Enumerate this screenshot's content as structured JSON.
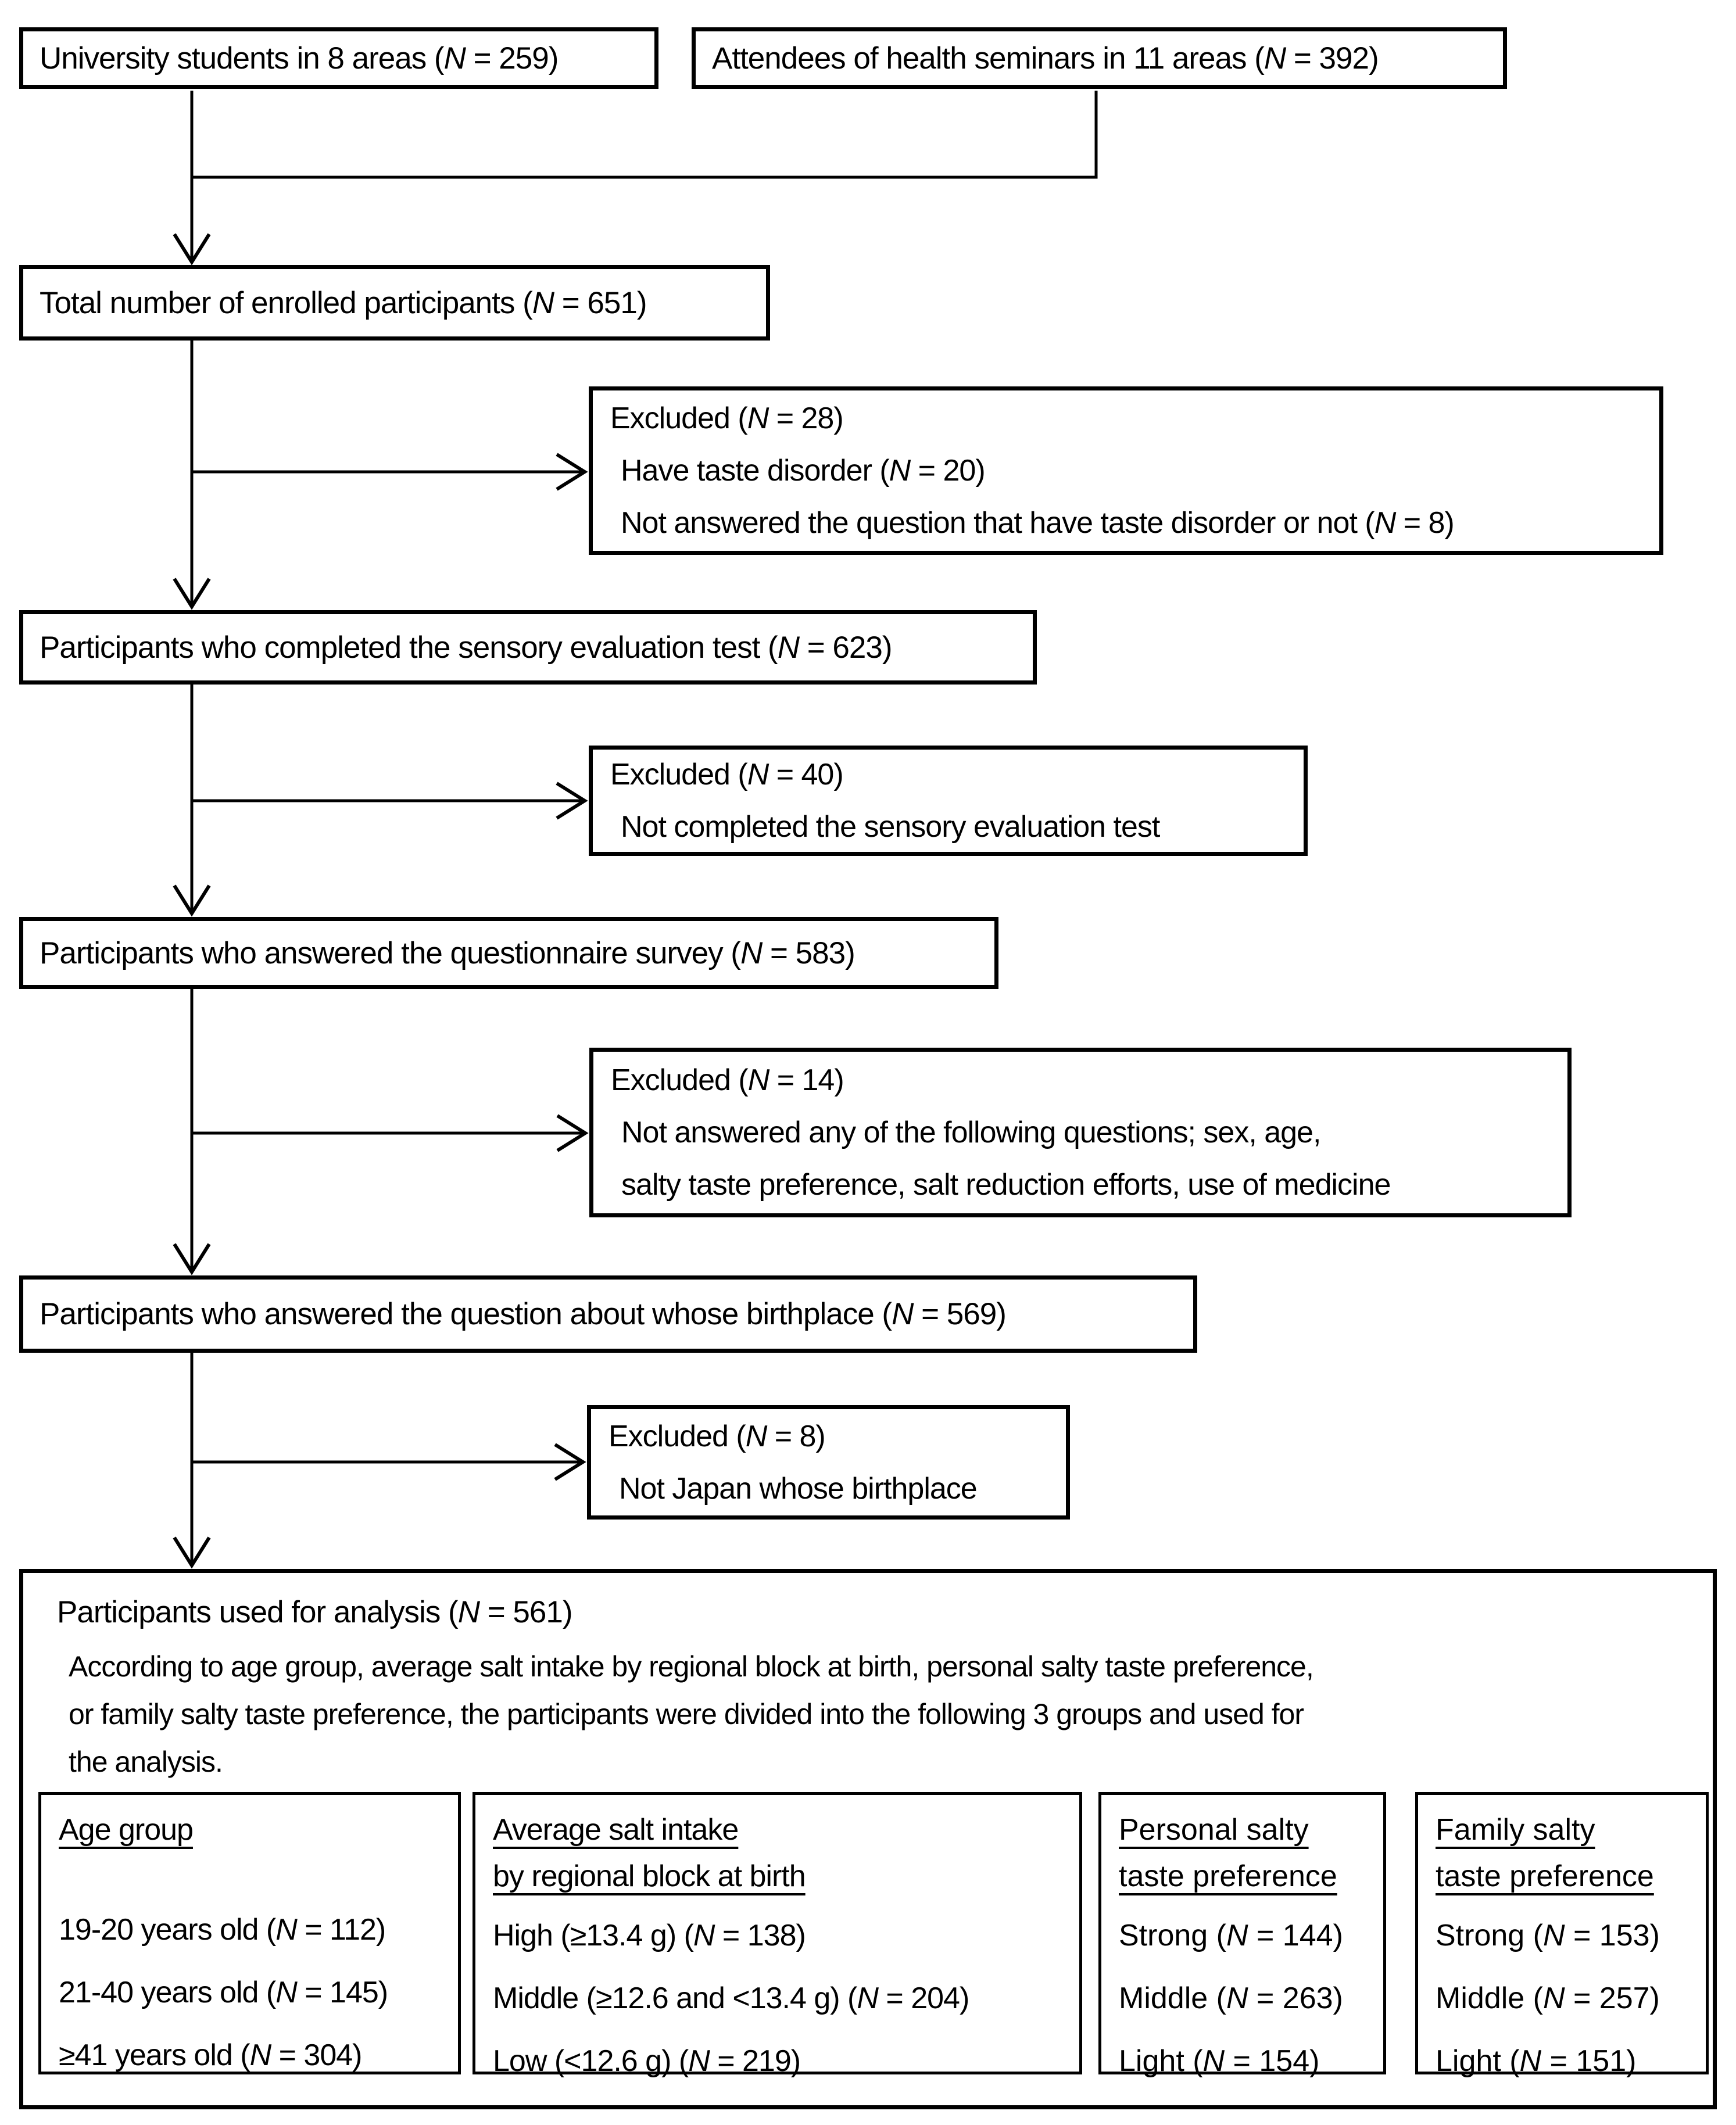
{
  "colors": {
    "ink": "#000000",
    "background": "#ffffff"
  },
  "diagram": {
    "sources": [
      {
        "label": "University students in 8 areas (N = 259)"
      },
      {
        "label": "Attendees of health seminars in 11 areas (N = 392)"
      }
    ],
    "steps": [
      {
        "label": "Total number of enrolled participants (N = 651)"
      },
      {
        "label": "Participants who completed the sensory evaluation test (N = 623)"
      },
      {
        "label": "Participants who answered the questionnaire survey (N = 583)"
      },
      {
        "label": "Participants who answered the question about whose birthplace (N = 569)"
      }
    ],
    "exclusions": [
      {
        "title": "Excluded (N = 28)",
        "lines": [
          "Have taste disorder (N = 20)",
          "Not answered the question that have taste disorder or not (N = 8)"
        ]
      },
      {
        "title": "Excluded (N = 40)",
        "lines": [
          "Not completed the sensory evaluation test"
        ]
      },
      {
        "title": "Excluded (N = 14)",
        "lines": [
          "Not answered any of the following questions; sex, age,",
          "salty taste preference, salt reduction efforts, use of medicine"
        ]
      },
      {
        "title": "Excluded (N = 8)",
        "lines": [
          "Not Japan whose birthplace"
        ]
      }
    ],
    "final": {
      "title": "Participants used for analysis (N = 561)",
      "description_lines": [
        "According to age group, average salt intake by regional block at birth, personal salty taste preference,",
        "or family salty taste preference, the participants were divided into the following 3 groups and used for",
        "the analysis."
      ],
      "groups": [
        {
          "title_lines": [
            "Age group"
          ],
          "lines": [
            "19-20 years old (N = 112)",
            "21-40 years old (N = 145)",
            "≥41 years old (N = 304)"
          ]
        },
        {
          "title_lines": [
            "Average salt intake",
            "by regional block at birth"
          ],
          "lines": [
            "High (≥13.4 g) (N = 138)",
            "Middle (≥12.6 and <13.4 g) (N = 204)",
            "Low (<12.6 g) (N = 219)"
          ]
        },
        {
          "title_lines": [
            "Personal salty",
            "taste preference"
          ],
          "lines": [
            "Strong (N = 144)",
            "Middle (N = 263)",
            "Light (N = 154)"
          ]
        },
        {
          "title_lines": [
            "Family salty",
            "taste preference"
          ],
          "lines": [
            "Strong (N = 153)",
            "Middle (N = 257)",
            "Light (N = 151)"
          ]
        }
      ]
    }
  }
}
